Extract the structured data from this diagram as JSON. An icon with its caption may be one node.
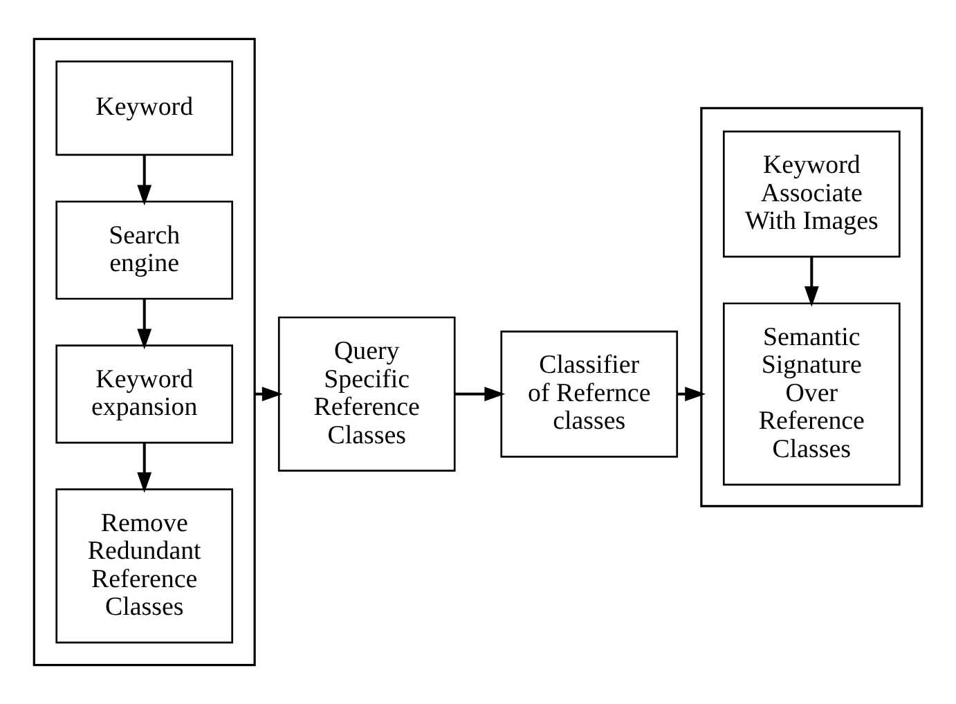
{
  "diagram": {
    "nodes": [
      {
        "text": [],
        "shape": "box"
      },
      {
        "text": [
          "Keyword"
        ],
        "in": 0
      },
      {
        "text": [
          "Search engine"
        ],
        "in": 0
      },
      {
        "text": [
          "Keyword expansion"
        ],
        "in": 0
      },
      {
        "text": [
          "Remove Redundant Reference Classes"
        ],
        "in": 0
      },
      {
        "text": [
          "Query Specific Reference Classes"
        ]
      },
      {
        "text": [
          "Classifier of Refernce classes"
        ]
      },
      {
        "text": [],
        "shape": "box"
      },
      {
        "text": [
          "Keyword Associate With Images"
        ],
        "in": 7
      },
      {
        "text": [
          "Semantic Signature Over Reference Classes"
        ],
        "in": 7
      }
    ],
    "edges": [
      {
        "from": 1,
        "to": 2,
        "arrow": "to"
      },
      {
        "from": 2,
        "to": 3,
        "arrow": "to"
      },
      {
        "from": 3,
        "to": 4,
        "arrow": "to"
      },
      {
        "from": 0,
        "to": 5,
        "arrow": "to"
      },
      {
        "from": 5,
        "to": 6,
        "arrow": "to"
      },
      {
        "from": 6,
        "to": 7,
        "arrow": "to"
      },
      {
        "from": 8,
        "to": 9,
        "arrow": "to"
      }
    ]
  }
}
